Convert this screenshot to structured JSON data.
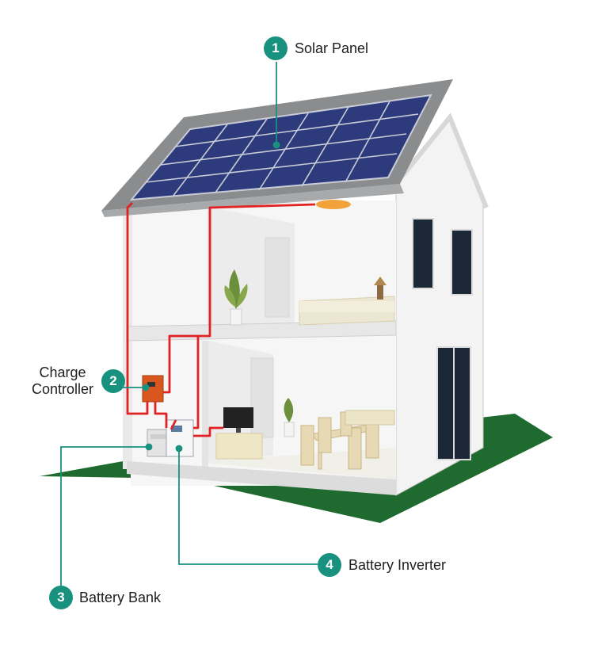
{
  "callouts": [
    {
      "number": "1",
      "label": "Solar Panel"
    },
    {
      "number": "2",
      "label_line1": "Charge",
      "label_line2": "Controller"
    },
    {
      "number": "3",
      "label": "Battery Bank"
    },
    {
      "number": "4",
      "label": "Battery Inverter"
    }
  ],
  "colors": {
    "accent": "#19917f",
    "wire": "#e02222",
    "lawn": "#1f6b2f",
    "panel": "#15297a",
    "roof": "#8a8c8e"
  }
}
